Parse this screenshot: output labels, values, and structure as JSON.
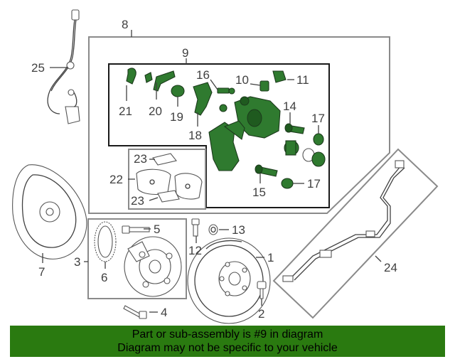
{
  "callouts": {
    "c1": "1",
    "c2": "2",
    "c3": "3",
    "c4": "4",
    "c5": "5",
    "c6": "6",
    "c7": "7",
    "c8": "8",
    "c9": "9",
    "c10": "10",
    "c11": "11",
    "c12": "12",
    "c13": "13",
    "c14": "14",
    "c15": "15",
    "c16": "16",
    "c17a": "17",
    "c17b": "17",
    "c18": "18",
    "c19": "19",
    "c20": "20",
    "c21": "21",
    "c22": "22",
    "c23a": "23",
    "c23b": "23",
    "c24": "24",
    "c25": "25"
  },
  "highlight_color": "#2f7a2f",
  "banner": {
    "line1": "Part or sub-assembly is #9 in diagram",
    "line2": "Diagram may not be specific to your vehicle",
    "color": "#2a7a10"
  }
}
